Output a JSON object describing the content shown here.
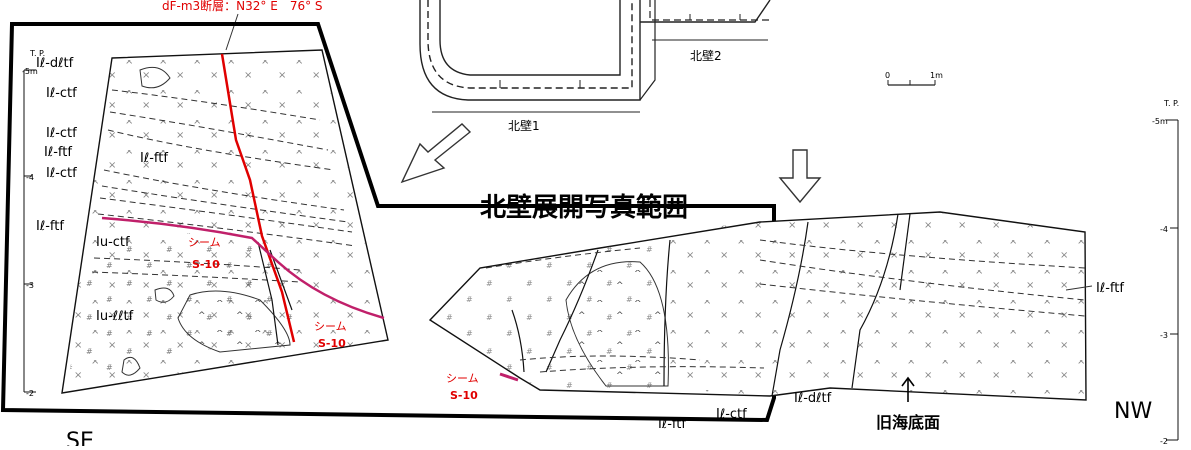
{
  "fault_label": "dF-m3断層：N32° E　76° S",
  "title": "北壁展開写真範囲",
  "north_wall_1": "北壁1",
  "north_wall_2": "北壁2",
  "scale": {
    "zero": "0",
    "one": "1m"
  },
  "left_axis": {
    "tp": "T. P.",
    "ticks": [
      "-5m",
      "-4",
      "-3",
      "-2"
    ]
  },
  "right_axis": {
    "tp": "T. P.",
    "ticks": [
      "-5m",
      "-4",
      "-3",
      "-2"
    ]
  },
  "left_units": [
    "Iℓ-dℓtf",
    "Iℓ-ctf",
    "Iℓ-ctf",
    "Iℓ-ftf",
    "Iℓ-ftf",
    "Iℓ-ctf",
    "Iℓ-ftf",
    "Iu-ctf",
    "Iu-ℓℓtf"
  ],
  "right_units": [
    "Iℓ-ftf",
    "Iℓ-dℓtf",
    "Iℓ-ftf",
    "Iℓ-ctf"
  ],
  "seam_a": {
    "name": "シーム",
    "code": "S-10"
  },
  "seam_b": {
    "name": "シーム",
    "code": "S-10"
  },
  "seam_c": {
    "name": "シーム",
    "code": "S-10"
  },
  "nw_label": "NW",
  "se_label": "SE",
  "old_seabed": "旧海底面",
  "colors": {
    "fault_line": "#e00000",
    "seam_line": "#c0206a",
    "annotation": "#e00000",
    "frame": "#000000"
  }
}
